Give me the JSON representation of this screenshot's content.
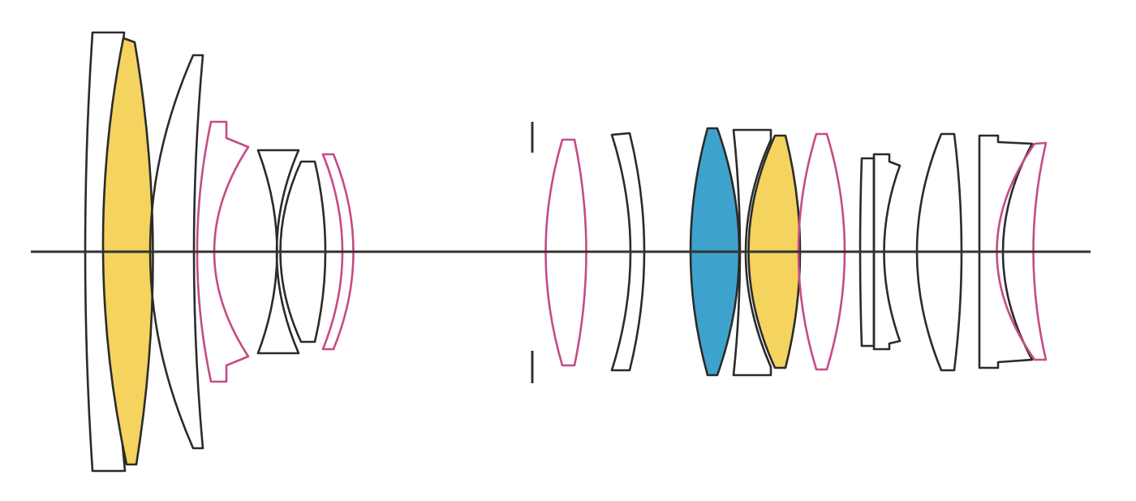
{
  "diagram": {
    "type": "optical lens construction",
    "background": "#ffffff",
    "colors": {
      "standard_outline": "#2b2b2b",
      "aspherical_outline": "#c64b86",
      "yellow_fill": "#f4d35e",
      "blue_fill": "#3ea3cc",
      "optical_axis": "#333333",
      "aperture_stop": "#333333"
    },
    "element_count": 19,
    "elements": [
      {
        "id": "e1",
        "kind": "standard",
        "fill": "none"
      },
      {
        "id": "e2",
        "kind": "special",
        "fill": "yellow"
      },
      {
        "id": "e3",
        "kind": "standard",
        "fill": "none"
      },
      {
        "id": "e4",
        "kind": "aspherical",
        "fill": "none"
      },
      {
        "id": "e5",
        "kind": "standard",
        "fill": "none"
      },
      {
        "id": "e6",
        "kind": "standard",
        "fill": "none"
      },
      {
        "id": "e7",
        "kind": "aspherical",
        "fill": "none"
      },
      {
        "id": "e8",
        "kind": "aspherical",
        "fill": "none"
      },
      {
        "id": "e9",
        "kind": "standard",
        "fill": "none"
      },
      {
        "id": "e10",
        "kind": "special",
        "fill": "blue"
      },
      {
        "id": "e11",
        "kind": "standard",
        "fill": "none"
      },
      {
        "id": "e12",
        "kind": "special",
        "fill": "yellow"
      },
      {
        "id": "e13",
        "kind": "aspherical",
        "fill": "none"
      },
      {
        "id": "e14",
        "kind": "standard",
        "fill": "none"
      },
      {
        "id": "e15",
        "kind": "standard",
        "fill": "none"
      },
      {
        "id": "e16",
        "kind": "standard",
        "fill": "none"
      },
      {
        "id": "e17",
        "kind": "standard",
        "fill": "none"
      },
      {
        "id": "e18",
        "kind": "aspherical",
        "fill": "none"
      }
    ]
  }
}
